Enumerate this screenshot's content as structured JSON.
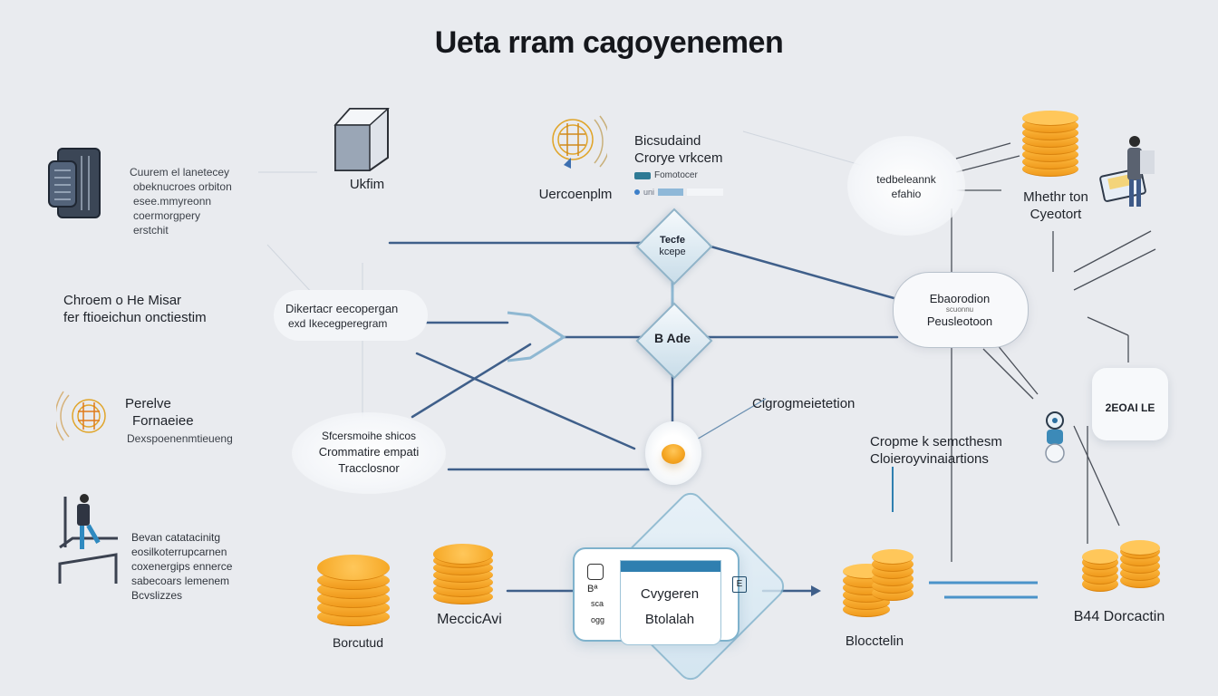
{
  "title": "Ueta rram cagoyenemen",
  "nodes": {
    "top_left_card": {
      "icon": "circuit-card-icon",
      "lines": [
        "Cuurem el lanetecey",
        "obeknucroes orbiton",
        "esee.mmyreonn",
        "coermorgpery",
        "erstchit"
      ]
    },
    "cube": {
      "icon": "cube-icon",
      "label": "Ukfim"
    },
    "globe_top": {
      "icon": "globe-icon",
      "label": "Uercoenplm"
    },
    "legend_top": {
      "line1": "Bicsudaind",
      "line2": "Crorye vrkcem",
      "line3": "Fomotocer",
      "line4": "uni"
    },
    "cloud_top": {
      "line1": "tedbeleannk",
      "line2": "efahio"
    },
    "coins_top": {
      "icon": "coin-stack-icon",
      "label1": "Mhethr ton",
      "label2": "Cyeotort"
    },
    "person_top": {
      "icon": "person-with-screen-icon"
    },
    "left_mid": {
      "line1": "Chroem o He Misar",
      "line2": "fer ftioeichun onctiestim"
    },
    "bubble_mid": {
      "line1": "Dikertacr eecopergan",
      "line2": "exd Ikecegperegram"
    },
    "diamond_top": {
      "line1": "Tecfe",
      "line2": "kcepe"
    },
    "diamond_mid": {
      "label": "B Ade"
    },
    "cloud_right": {
      "line1": "Ebaorodion",
      "line2": "scuonnu",
      "line3": "Peusleotoon"
    },
    "globe_left": {
      "icon": "globe-icon",
      "line1": "Perelve",
      "line2": "Fornaeiee",
      "line3": "Dexspoenenmtieueng"
    },
    "mid_label": "Cigrogmeietetion",
    "badge_right": "2EOAI LE",
    "bubble_bottom": {
      "line1": "Sfcersmoihe shicos",
      "line2": "Crommatire empati",
      "line3": "Tracclosnor"
    },
    "right_mid": {
      "line1": "Cropme k semcthesm",
      "line2": "Cloieroyvinaiartions"
    },
    "person_bottom": {
      "icon": "person-on-platform-icon",
      "lines": [
        "Bevan catatacinitg",
        "eosilkoterrupcarnen",
        "coxenergips ennerce",
        "sabecoars lemenem",
        "Bcvslizzes"
      ]
    },
    "coin_bottom_left": {
      "label": "Borcutud"
    },
    "coin_bottom_mid": {
      "label": "MeccicAvi"
    },
    "doc_panel": {
      "line1": "Cvygeren",
      "line2": "Btolalah",
      "side": [
        "Bª",
        "sca",
        "ogg"
      ],
      "corner": "E"
    },
    "coin_blockchain": {
      "label": "Blocctelin"
    },
    "coin_right": {
      "label": "B44 Dorcactin"
    }
  },
  "colors": {
    "wire": "#3f5f8a",
    "wire_light": "#8fb8d2",
    "coin": "#f5a623",
    "accent": "#2f7fb0",
    "background": "#e9ebef"
  }
}
